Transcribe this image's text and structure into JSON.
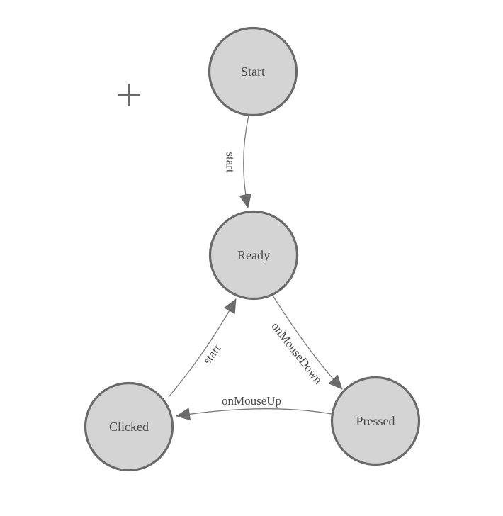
{
  "diagram": {
    "type": "state-machine",
    "nodes": [
      {
        "id": "start",
        "label": "Start"
      },
      {
        "id": "ready",
        "label": "Ready"
      },
      {
        "id": "clicked",
        "label": "Clicked"
      },
      {
        "id": "pressed",
        "label": "Pressed"
      }
    ],
    "edges": [
      {
        "from": "Start",
        "to": "Ready",
        "label": "start"
      },
      {
        "from": "Ready",
        "to": "Pressed",
        "label": "onMouseDown"
      },
      {
        "from": "Pressed",
        "to": "Clicked",
        "label": "onMouseUp"
      },
      {
        "from": "Clicked",
        "to": "Ready",
        "label": "start"
      }
    ],
    "cursor_icon": "plus-crosshair",
    "colors": {
      "background": "#ffffff",
      "node_fill": "#d4d4d4",
      "node_border": "#6a6a6a",
      "edge_line": "#7d7d7d",
      "arrowhead": "#6b6b6b",
      "text": "#4a4a4a"
    }
  }
}
